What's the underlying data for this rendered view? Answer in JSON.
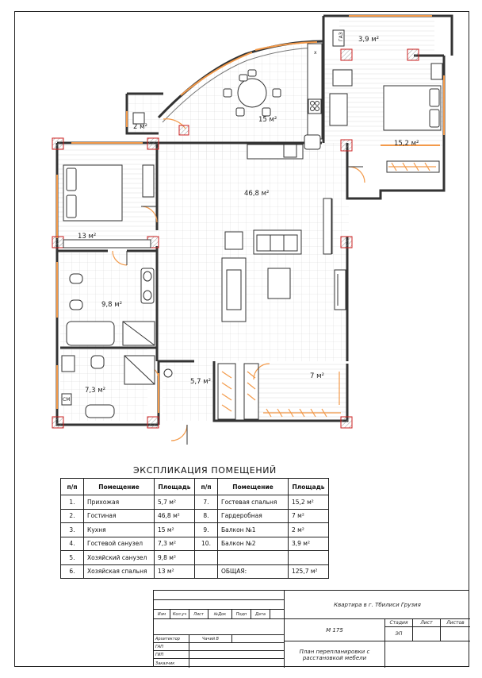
{
  "plan": {
    "rooms": [
      {
        "id": "living",
        "label": "46,8 м²"
      },
      {
        "id": "kitchen",
        "label": "15 м²"
      },
      {
        "id": "guest-bedroom",
        "label": "15,2 м²"
      },
      {
        "id": "balcony-2",
        "label": "3,9 м²"
      },
      {
        "id": "balcony-1",
        "label": "2 м²"
      },
      {
        "id": "master-bedroom",
        "label": "13 м²"
      },
      {
        "id": "master-bath",
        "label": "9,8 м²"
      },
      {
        "id": "guest-bath",
        "label": "7,3 м²"
      },
      {
        "id": "hallway",
        "label": "5,7 м²"
      },
      {
        "id": "wardrobe",
        "label": "7 м²"
      }
    ],
    "fixture_labels": {
      "gas": "ГАЗ",
      "washer": "СМ",
      "hood": "х"
    }
  },
  "explication": {
    "title": "ЭКСПЛИКАЦИЯ ПОМЕЩЕНИЙ",
    "headers": [
      "п/п",
      "Помещение",
      "Площадь",
      "п/п",
      "Помещение",
      "Площадь"
    ],
    "rows": [
      [
        "1.",
        "Прихожая",
        "5,7 м²",
        "7.",
        "Гостевая спальня",
        "15,2 м²"
      ],
      [
        "2.",
        "Гостиная",
        "46,8 м²",
        "8.",
        "Гардеробная",
        "7 м²"
      ],
      [
        "3.",
        "Кухня",
        "15 м²",
        "9.",
        "Балкон №1",
        "2 м²"
      ],
      [
        "4.",
        "Гостевой санузел",
        "7,3 м²",
        "10.",
        "Балкон №2",
        "3,9 м²"
      ],
      [
        "5.",
        "Хозяйский санузел",
        "9,8 м²",
        "",
        "",
        ""
      ],
      [
        "6.",
        "Хозяйская спальня",
        "13 м²",
        "",
        "ОБЩАЯ:",
        "125,7 м²"
      ]
    ]
  },
  "stamp": {
    "project": "Квартира  в г. Тбилиси Грузия",
    "code": "М 175",
    "sheet_title": "План перепланировки с расстановкой мебели",
    "stage_label": "Стадия",
    "sheet_label": "Лист",
    "sheets_label": "Листов",
    "stage_value": "ЭП",
    "col_headers": [
      "Изм",
      "Кол.уч",
      "Лист",
      "№Док",
      "Подп",
      "Дата"
    ],
    "roles": [
      "Архитектор",
      "ГАП",
      "ГИП",
      "Заказчик"
    ],
    "architect_name": "Чачий В"
  }
}
